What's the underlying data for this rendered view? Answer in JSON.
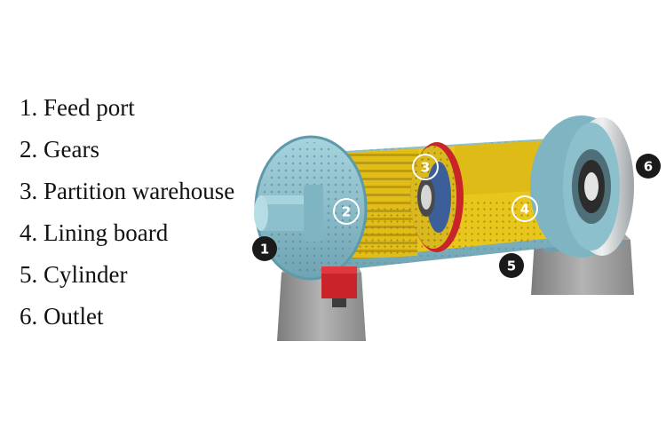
{
  "legend": {
    "items": [
      {
        "number": "1.",
        "label": "Feed port"
      },
      {
        "number": "2.",
        "label": "Gears"
      },
      {
        "number": "3.",
        "label": "Partition warehouse"
      },
      {
        "number": "4.",
        "label": "Lining board"
      },
      {
        "number": "5.",
        "label": "Cylinder"
      },
      {
        "number": "6.",
        "label": "Outlet"
      }
    ]
  },
  "callouts": {
    "c1": "1",
    "c2": "2",
    "c3": "3",
    "c4": "4",
    "c5": "5",
    "c6": "6"
  },
  "colors": {
    "shell_blue": "#8fc6d2",
    "shell_blue_dark": "#5f9aab",
    "lining_yellow": "#e6c21a",
    "lining_yellow_dark": "#a98e12",
    "gear_red": "#c8242a",
    "concrete": "#9e9e9e",
    "callout_dark": "#1a1a1a"
  }
}
